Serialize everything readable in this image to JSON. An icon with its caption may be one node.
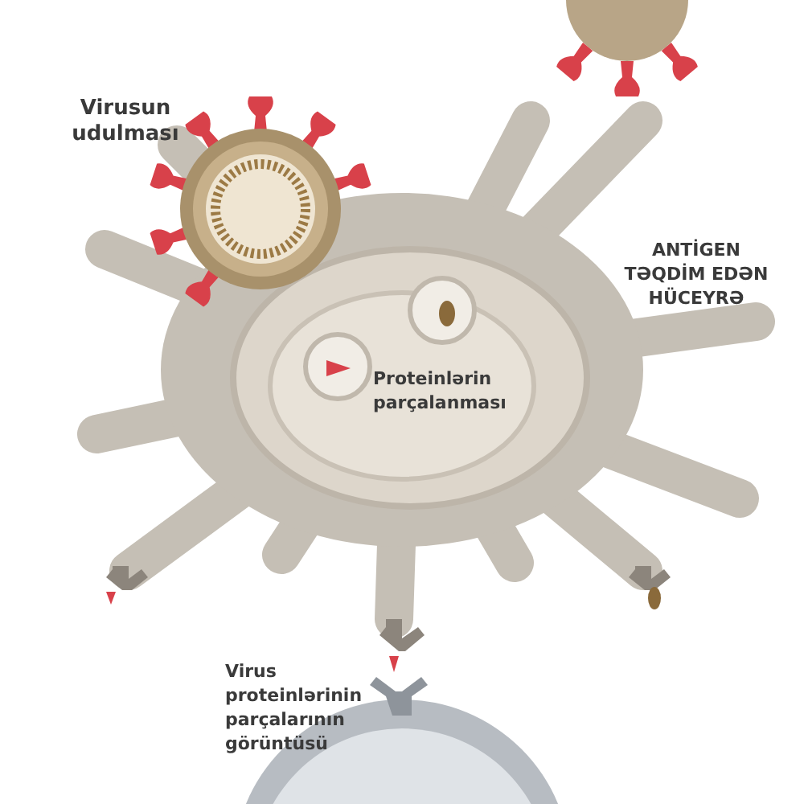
{
  "diagram": {
    "labels": [
      "Virusun udulması",
      "ANTİGEN TƏQDİM EDƏN HÜCEYRƏ",
      "Proteinlərin parçalanması",
      "Virus proteinlərinin parçalarının görüntüsü"
    ]
  }
}
